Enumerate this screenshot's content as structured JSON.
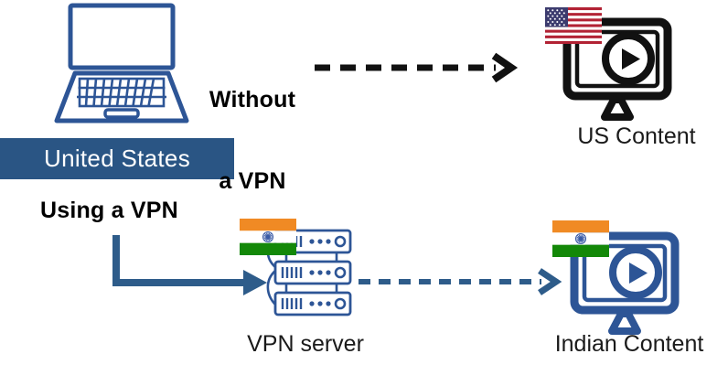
{
  "diagram": {
    "title": "VPN geo-location content access",
    "type": "network-flow-diagram",
    "colors": {
      "brand_blue": "#2a5584",
      "icon_blue": "#2d5596",
      "arrow_blue": "#2e5c8a",
      "black": "#111111",
      "flag_saffron": "#f08a24",
      "flag_green": "#138808",
      "flag_white": "#ffffff",
      "chakra_blue": "#3b5ba5",
      "us_flag_red": "#b22234",
      "us_flag_blue": "#3c3b6e"
    }
  },
  "source": {
    "device_icon": "laptop-icon",
    "badge_label": "United States"
  },
  "flows": [
    {
      "id": "without-vpn",
      "label_line1": "Without",
      "label_line2": "a VPN",
      "arrow_style": "dashed",
      "arrow_color": "#111111",
      "destination_label": "US Content",
      "destination_icon": "monitor-play-icon",
      "destination_flag": "us-flag-icon"
    },
    {
      "id": "using-vpn",
      "label_line1": "Using a VPN",
      "arrow_style": "solid-elbow",
      "arrow_color": "#2e5c8a",
      "hop_label": "VPN server",
      "hop_icon": "server-rack-icon",
      "hop_flag": "india-flag-icon",
      "second_arrow_style": "dashed",
      "second_arrow_color": "#2e5c8a",
      "destination_label": "Indian Content",
      "destination_icon": "monitor-play-icon",
      "destination_flag": "india-flag-icon"
    }
  ]
}
